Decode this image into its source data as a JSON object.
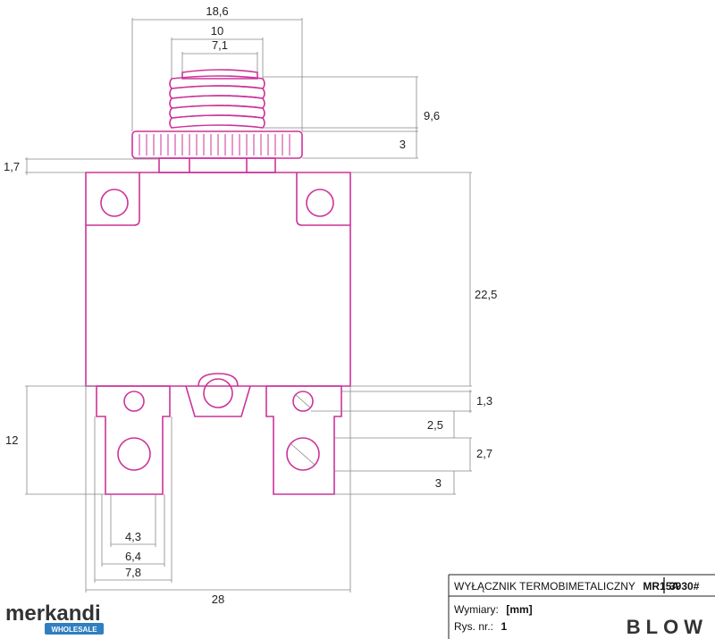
{
  "dimensions": {
    "nut_width": "18,6",
    "thread_outer": "10",
    "thread_inner": "7,1",
    "thread_height": "9,6",
    "nut_height": "3",
    "gap": "1,7",
    "body_height": "22,5",
    "terminal_length": "12",
    "hole_offset": "1,3",
    "hole_spacing": "2,5",
    "hole_diameter": "2,7",
    "terminal_end": "3",
    "terminal_inner": "4,3",
    "terminal_mid": "6,4",
    "terminal_outer": "7,8",
    "total_width": "28"
  },
  "title_block": {
    "product_name": "WYŁĄCZNIK TERMOBIMETALICZNY",
    "model": "MR15A",
    "code": "3930#",
    "units_label": "Wymiary:",
    "units_value": "[mm]",
    "drawing_label": "Rys. nr.:",
    "drawing_value": "1"
  },
  "branding": {
    "merkandi": "merkandi",
    "wholesale": "WHOLESALE",
    "blow": "BLOW"
  },
  "colors": {
    "outline": "#cc3399",
    "dimension": "#888888",
    "badge": "#2f7fc1"
  }
}
